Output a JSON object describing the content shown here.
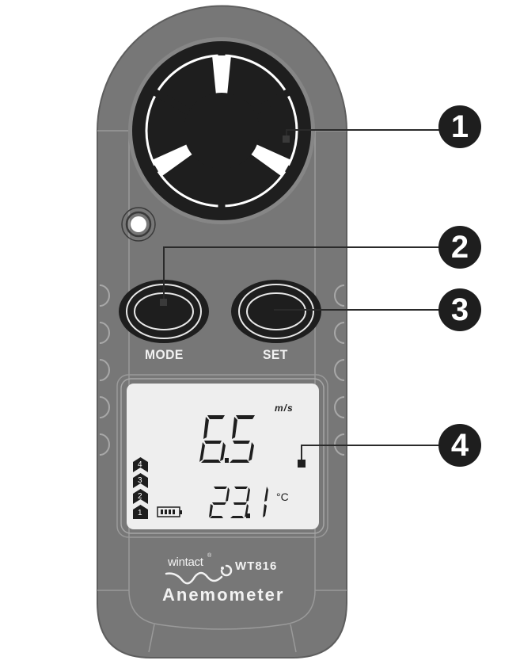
{
  "device": {
    "brand": "wintact",
    "brand_mark": "®",
    "model": "WT816",
    "product_name": "Anemometer",
    "colors": {
      "body": "#777777",
      "body_line": "#9a9a9a",
      "dark": "#1e1e1e",
      "lcd_background": "#eeeeee",
      "label_text": "#f2f2f2"
    }
  },
  "buttons": {
    "mode_label": "MODE",
    "set_label": "SET"
  },
  "lcd": {
    "wind_speed": "6.5",
    "wind_speed_unit": "m/s",
    "temperature": "23.1",
    "temperature_unit": "°C",
    "wind_levels": [
      "4",
      "3",
      "2",
      "1"
    ],
    "battery_bars": 4,
    "battery_icon": "battery-full-icon"
  },
  "callouts": [
    {
      "number": "1",
      "target": "fan-impeller"
    },
    {
      "number": "2",
      "target": "mode-button"
    },
    {
      "number": "3",
      "target": "set-button"
    },
    {
      "number": "4",
      "target": "lcd-display"
    }
  ]
}
